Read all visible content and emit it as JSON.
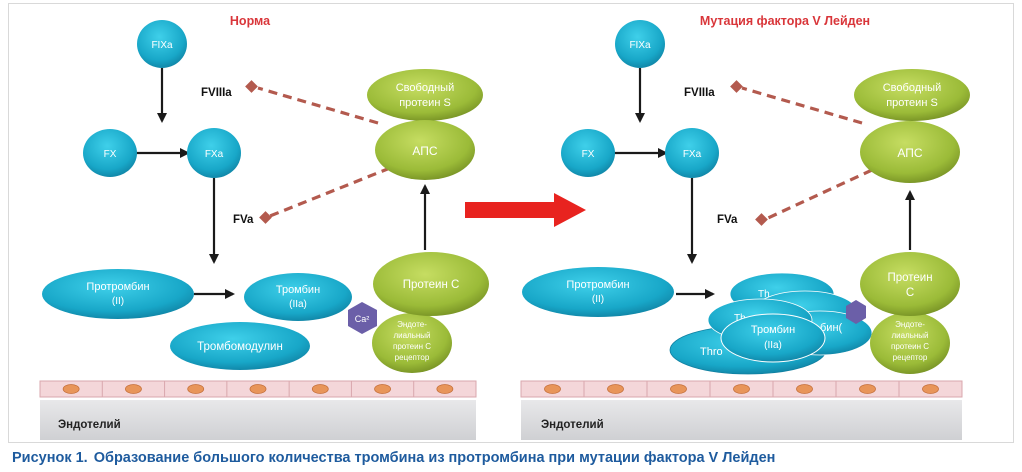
{
  "left_panel": {
    "title": "Норма",
    "fixa": "FIXa",
    "fviiia": "FVIIIa",
    "fx": "FX",
    "fxa": "FXa",
    "fva": "FVa",
    "free_protein_s": [
      "Свободный",
      "протеин  S"
    ],
    "aps": "АПС",
    "prothrombin": [
      "Протромбин",
      "(II)"
    ],
    "thrombin": [
      "Тромбин",
      "(IIa)"
    ],
    "protein_c": "Протеин С",
    "calcium": "Ca²",
    "receptor": [
      "Эндоте-",
      "лиальный",
      "протеин С",
      "рецептор"
    ],
    "thrombomodulin": "Тромбомодулин",
    "endothelium": "Эндотелий"
  },
  "right_panel": {
    "title": "Мутация фактора V Лейден",
    "fixa": "FIXa",
    "fviiia": "FVIIIa",
    "fx": "FX",
    "fxa": "FXa",
    "fva": "FVa",
    "free_protein_s": [
      "Свободный",
      "протеин S"
    ],
    "aps": "АПС",
    "prothrombin": [
      "Протромбин",
      "(II)"
    ],
    "thrombin": [
      "Тромбин",
      "(IIa)"
    ],
    "thrombin_fragment_1": "Th",
    "thrombin_fragment_2": "Th",
    "thrombin_fragment_3": "бин(",
    "thrombin_fragment_4": "Thro",
    "protein_c": [
      "Протеин",
      "С"
    ],
    "receptor": [
      "Эндоте-",
      "лиальный",
      "протеин С",
      "рецептор"
    ],
    "endothelium": "Эндотелий"
  },
  "caption": {
    "number": "Рисунок 1.",
    "text": "Образование большого количества тромбина из протромбина при мутации фактора V Лейден"
  },
  "colors": {
    "cyan": "#1aa9c9",
    "green": "#9bbb38",
    "purple": "#6b5fa8",
    "dashed": "#b35a4e",
    "big_arrow": "#e8231f",
    "title_red": "#d9363a",
    "caption_blue": "#1e5b9e"
  }
}
